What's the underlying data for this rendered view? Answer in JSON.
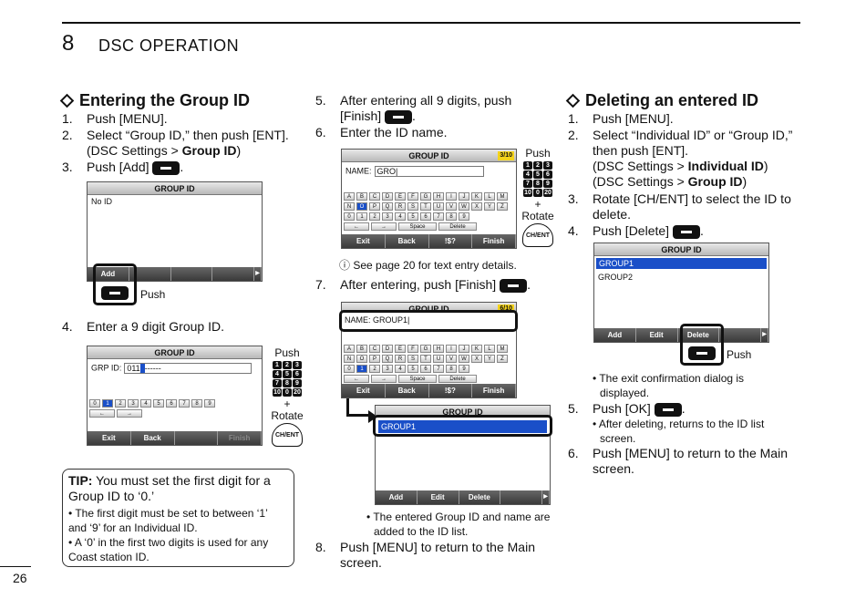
{
  "header": {
    "chapter": "8",
    "title": "DSC OPERATION"
  },
  "left": {
    "heading": "Entering the Group ID",
    "steps": [
      {
        "n": "1.",
        "text": "Push [MENU]."
      },
      {
        "n": "2.",
        "text": "Select “Group ID,” then push [ENT]."
      },
      {
        "n": "",
        "text_a": "(DSC Settings > ",
        "text_b": "Group ID",
        "text_c": ")"
      },
      {
        "n": "3.",
        "text": "Push [Add]"
      },
      {
        "n": "4.",
        "text": "Enter a 9 digit Group ID."
      }
    ],
    "screen1": {
      "title": "GROUP ID",
      "body": "No ID",
      "softkeys": [
        "Add",
        "",
        "",
        ""
      ],
      "push": "Push"
    },
    "screen2": {
      "title": "GROUP ID",
      "field_label": "GRP ID:",
      "field_value": "011",
      "field_rest": "------",
      "keys": [
        "0",
        "1",
        "2",
        "3",
        "4",
        "5",
        "6",
        "7",
        "8",
        "9"
      ],
      "arrows": [
        "←",
        "→"
      ],
      "softkeys": [
        "Exit",
        "Back",
        "",
        "Finish"
      ],
      "push": "Push",
      "plus": "+",
      "rotate": "Rotate",
      "dial": "CH/ENT"
    },
    "tip": {
      "label": "TIP:",
      "text": "You must set the first digit for a Group ID to ‘0.’",
      "bullets": [
        "• The first digit must be set to between ‘1’ and ‘9’ for an Individual ID.",
        "• A ‘0’ in the first two digits is used for any Coast station ID."
      ]
    }
  },
  "middle": {
    "step5": {
      "n": "5.",
      "text": "After entering all 9 digits, push [Finish]"
    },
    "step6": {
      "n": "6.",
      "text": "Enter the ID name."
    },
    "screen3": {
      "title": "GROUP ID",
      "counter": "3/10",
      "field_label": "NAME:",
      "field_value": "GRO",
      "rows": [
        [
          "A",
          "B",
          "C",
          "D",
          "E",
          "F",
          "G",
          "H",
          "I",
          "J",
          "K",
          "L",
          "M"
        ],
        [
          "N",
          "O",
          "P",
          "Q",
          "R",
          "S",
          "T",
          "U",
          "V",
          "W",
          "X",
          "Y",
          "Z"
        ],
        [
          "0",
          "1",
          "2",
          "3",
          "4",
          "5",
          "6",
          "7",
          "8",
          "9"
        ]
      ],
      "row4": [
        "←",
        "→",
        "Space",
        "Delete"
      ],
      "softkeys": [
        "Exit",
        "Back",
        "!$?",
        "Finish"
      ]
    },
    "push": "Push",
    "numpad": [
      "1",
      "2",
      "3",
      "4",
      "5",
      "6",
      "7",
      "8",
      "9",
      "10",
      "0",
      "20"
    ],
    "plus": "+",
    "rotate": "Rotate",
    "dial": "CH/ENT",
    "note": "ⓘ See page 20 for text entry details.",
    "step7": {
      "n": "7.",
      "text": "After entering, push [Finish]"
    },
    "screen4": {
      "title": "GROUP ID",
      "counter": "6/10",
      "field_label": "NAME:",
      "field_value": "GROUP1"
    },
    "screen5": {
      "title": "GROUP ID",
      "item": "GROUP1",
      "softkeys": [
        "Add",
        "Edit",
        "Delete"
      ]
    },
    "bullet": "• The entered Group ID and name are added to the ID list.",
    "step8": {
      "n": "8.",
      "text": "Push [MENU] to return to the Main screen."
    }
  },
  "right": {
    "heading": "Deleting an entered ID",
    "steps": [
      {
        "n": "1.",
        "text": "Push [MENU]."
      },
      {
        "n": "2.",
        "text": "Select “Individual ID” or “Group ID,” then push [ENT]."
      },
      {
        "n": "3.",
        "text": "Rotate [CH/ENT] to select the ID to delete."
      },
      {
        "n": "4.",
        "text": "Push [Delete]"
      }
    ],
    "paren1a": "(DSC Settings > ",
    "paren1b": "Individual ID",
    "paren1c": ")",
    "paren2a": "(DSC Settings > ",
    "paren2b": "Group ID",
    "paren2c": ")",
    "screen6": {
      "title": "GROUP ID",
      "items": [
        "GROUP1",
        "GROUP2"
      ],
      "softkeys": [
        "Add",
        "Edit",
        "Delete"
      ],
      "push": "Push"
    },
    "bullet4": "• The exit confirmation dialog is displayed.",
    "step5": {
      "n": "5.",
      "text": "Push [OK]"
    },
    "bullet5": "• After deleting, returns to the ID list screen.",
    "step6": {
      "n": "6.",
      "text": "Push [MENU] to return to the Main screen."
    }
  },
  "footer": {
    "page": "26"
  }
}
